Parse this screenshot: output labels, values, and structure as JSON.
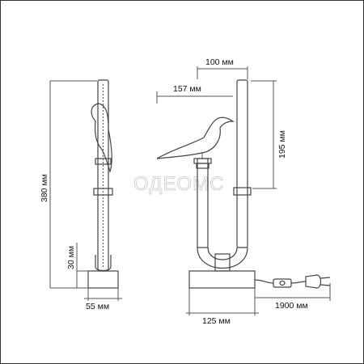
{
  "watermark": "ОДЕОМС",
  "dimensions": {
    "total_height": "380 мм",
    "base_height": "30 мм",
    "base_width_side": "55 мм",
    "tube_spacing": "100 мм",
    "bird_length": "157 мм",
    "upper_height": "195 мм",
    "base_length_front": "125 мм",
    "cable_length": "1900 мм"
  }
}
